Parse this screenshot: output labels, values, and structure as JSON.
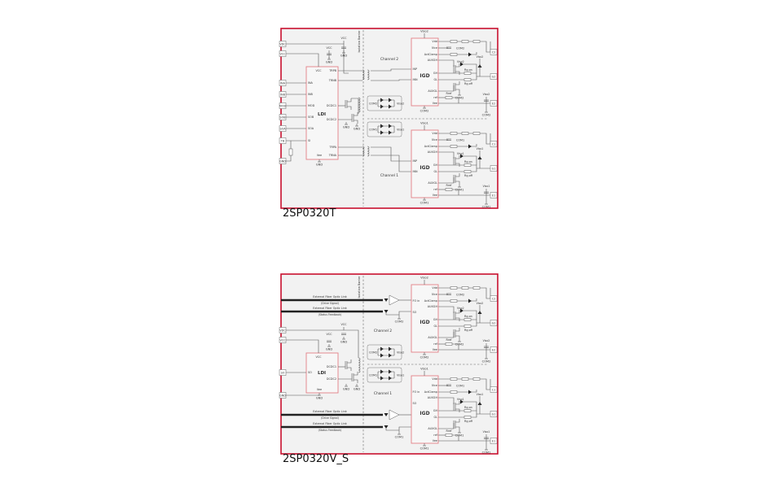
{
  "common": {
    "igd": "IGD",
    "ldi": "LDI",
    "igd_pins": [
      "Vdd",
      "IVce",
      "ActClamp",
      "AUXGH",
      "GH",
      "GL",
      "AUXGL",
      "ref",
      "Vee"
    ],
    "rg_on": "Rg,on",
    "rg_off": "Rg,off",
    "rref": "Rref",
    "vcc": "VCC",
    "gnd": "GND",
    "vee": "Vee",
    "isolation_barrier": "Isolation Barrier",
    "fiber_link": "External Fiber Optic Link",
    "drive_signal": "(Drive Signal)",
    "status_feedback": "(Status Feedback)"
  },
  "panels": [
    {
      "title": "2SP0320T",
      "left_terminals": [
        "VDC",
        "VCC",
        "INA",
        "INB",
        "MOD",
        "SOB",
        "SOA",
        "TB",
        "GND"
      ],
      "ldi_left_pins": [
        "INA",
        "INB",
        "MOD",
        "SOB",
        "SOA",
        "SI"
      ],
      "ldi_right_pins": [
        "TRPB",
        "TRNB",
        "DCDC1",
        "DCDC2",
        "TRPA",
        "TRNA"
      ],
      "igd_inputs": [
        "INP",
        "INN"
      ],
      "channels": [
        {
          "label": "Channel 2",
          "viso": "Viso2",
          "com": "COM2",
          "terminals": [
            "C2",
            "G2",
            "E2"
          ]
        },
        {
          "label": "Channel 1",
          "viso": "Viso1",
          "com": "COM1",
          "terminals": [
            "C1",
            "G1",
            "E1"
          ]
        }
      ]
    },
    {
      "title": "2SP0320V_S",
      "left_terminals": [
        "VDC",
        "VCC",
        "SO",
        "GND"
      ],
      "ldi_left_pins": [
        "SO"
      ],
      "ldi_right_pins": [
        "DCDC1",
        "DCDC2"
      ],
      "igd_inputs": [
        "FO in",
        "SO"
      ],
      "channels": [
        {
          "label": "Channel 2",
          "viso": "Viso2",
          "com": "COM2",
          "terminals": [
            "C2",
            "G2",
            "E2"
          ]
        },
        {
          "label": "Channel 1",
          "viso": "Viso1",
          "com": "COM1",
          "terminals": [
            "C1",
            "G1",
            "E1"
          ]
        }
      ]
    }
  ]
}
